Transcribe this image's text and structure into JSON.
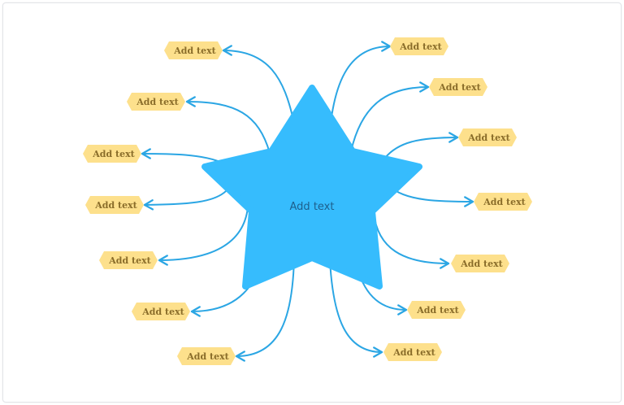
{
  "center": {
    "label": "Add text"
  },
  "colors": {
    "star": "#36bcfd",
    "connector": "#2ba6e4",
    "node_fill": "#fde08c",
    "node_text": "#8a6d2a"
  },
  "left_nodes": [
    {
      "label": "Add text"
    },
    {
      "label": "Add text"
    },
    {
      "label": "Add text"
    },
    {
      "label": "Add text"
    },
    {
      "label": "Add text"
    },
    {
      "label": "Add text"
    },
    {
      "label": "Add text"
    }
  ],
  "right_nodes": [
    {
      "label": "Add text"
    },
    {
      "label": "Add text"
    },
    {
      "label": "Add text"
    },
    {
      "label": "Add text"
    },
    {
      "label": "Add text"
    },
    {
      "label": "Add text"
    },
    {
      "label": "Add text"
    }
  ]
}
